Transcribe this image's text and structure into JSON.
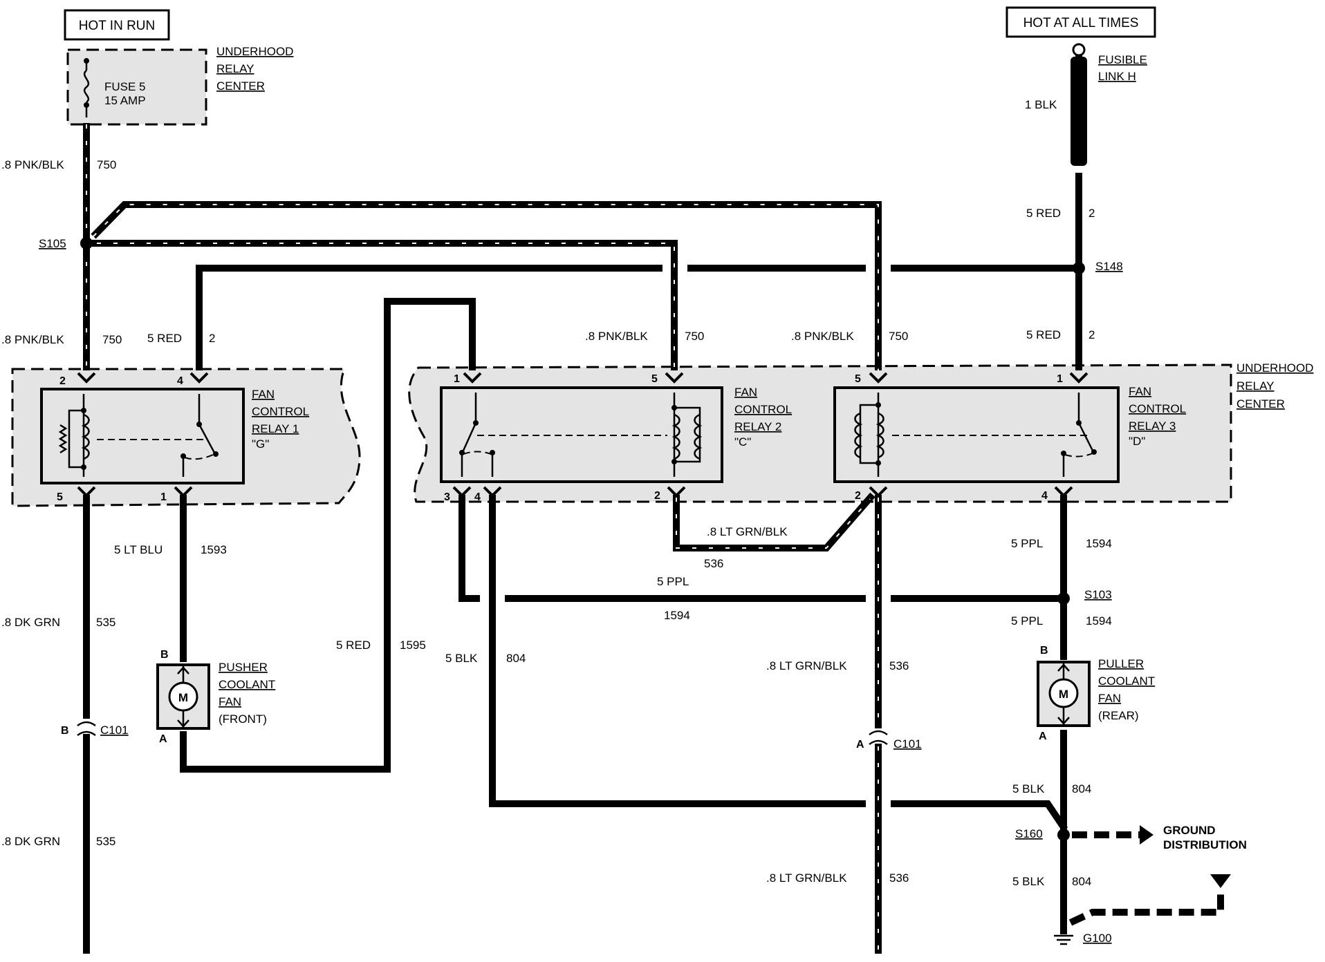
{
  "sources": {
    "hot_in_run": "HOT IN RUN",
    "hot_at_all_times": "HOT AT ALL TIMES"
  },
  "underhood_relay_center_top": [
    "UNDERHOOD",
    "RELAY",
    "CENTER"
  ],
  "underhood_relay_center_right": [
    "UNDERHOOD",
    "RELAY",
    "CENTER"
  ],
  "fuse": {
    "name": "FUSE 5",
    "rating": "15 AMP"
  },
  "fusible_link": [
    "FUSIBLE",
    "LINK H"
  ],
  "splices": {
    "s105": "S105",
    "s148": "S148",
    "s103": "S103",
    "s160": "S160",
    "g100": "G100",
    "c101_left": "C101",
    "c101_right": "C101"
  },
  "ground_distribution": [
    "GROUND",
    "DISTRIBUTION"
  ],
  "relays": [
    {
      "lines": [
        "FAN",
        "CONTROL",
        "RELAY 1",
        "\"G\""
      ]
    },
    {
      "lines": [
        "FAN",
        "CONTROL",
        "RELAY 2",
        "\"C\""
      ]
    },
    {
      "lines": [
        "FAN",
        "CONTROL",
        "RELAY 3",
        "\"D\""
      ]
    }
  ],
  "fans": {
    "pusher": [
      "PUSHER",
      "COOLANT",
      "FAN",
      "(FRONT)"
    ],
    "puller": [
      "PULLER",
      "COOLANT",
      "FAN",
      "(REAR)"
    ],
    "motor_symbol": "M"
  },
  "wires": {
    "w750_top": {
      "gauge": ".8 PNK/BLK",
      "circuit": "750"
    },
    "w750_left": {
      "gauge": ".8 PNK/BLK",
      "circuit": "750"
    },
    "w2_left": {
      "gauge": "5 RED",
      "circuit": "2"
    },
    "w750_r2": {
      "gauge": ".8 PNK/BLK",
      "circuit": "750"
    },
    "w750_r3": {
      "gauge": ".8 PNK/BLK",
      "circuit": "750"
    },
    "w2_right_top": {
      "gauge": "5 RED",
      "circuit": "2"
    },
    "w2_right_bot": {
      "gauge": "5 RED",
      "circuit": "2"
    },
    "w1blk": {
      "gauge": "1 BLK"
    },
    "w535_top": {
      "gauge": ".8 DK GRN",
      "circuit": "535"
    },
    "w535_bot": {
      "gauge": ".8 DK GRN",
      "circuit": "535"
    },
    "w1593": {
      "gauge": "5 LT BLU",
      "circuit": "1593"
    },
    "w1595": {
      "gauge": "5 RED",
      "circuit": "1595"
    },
    "w804_left": {
      "gauge": "5 BLK",
      "circuit": "804"
    },
    "w536_h": {
      "gauge": ".8 LT GRN/BLK",
      "circuit": "536"
    },
    "w536_mid": {
      "gauge": ".8 LT GRN/BLK",
      "circuit": "536"
    },
    "w536_bot": {
      "gauge": ".8 LT GRN/BLK",
      "circuit": "536"
    },
    "w1594_mid": {
      "gauge": "5 PPL",
      "circuit": "1594"
    },
    "w1594_r_top": {
      "gauge": "5 PPL",
      "circuit": "1594"
    },
    "w1594_r_bot": {
      "gauge": "5 PPL",
      "circuit": "1594"
    },
    "w804_r_top": {
      "gauge": "5 BLK",
      "circuit": "804"
    },
    "w804_r_bot": {
      "gauge": "5 BLK",
      "circuit": "804"
    }
  },
  "pins": {
    "r1": [
      "2",
      "4",
      "5",
      "1"
    ],
    "r2": [
      "1",
      "5",
      "3",
      "4",
      "2"
    ],
    "r3": [
      "5",
      "1",
      "2",
      "4"
    ],
    "fan_front": [
      "B",
      "A"
    ],
    "fan_rear": [
      "B",
      "A"
    ],
    "c101_left": "B",
    "c101_right": "A"
  }
}
